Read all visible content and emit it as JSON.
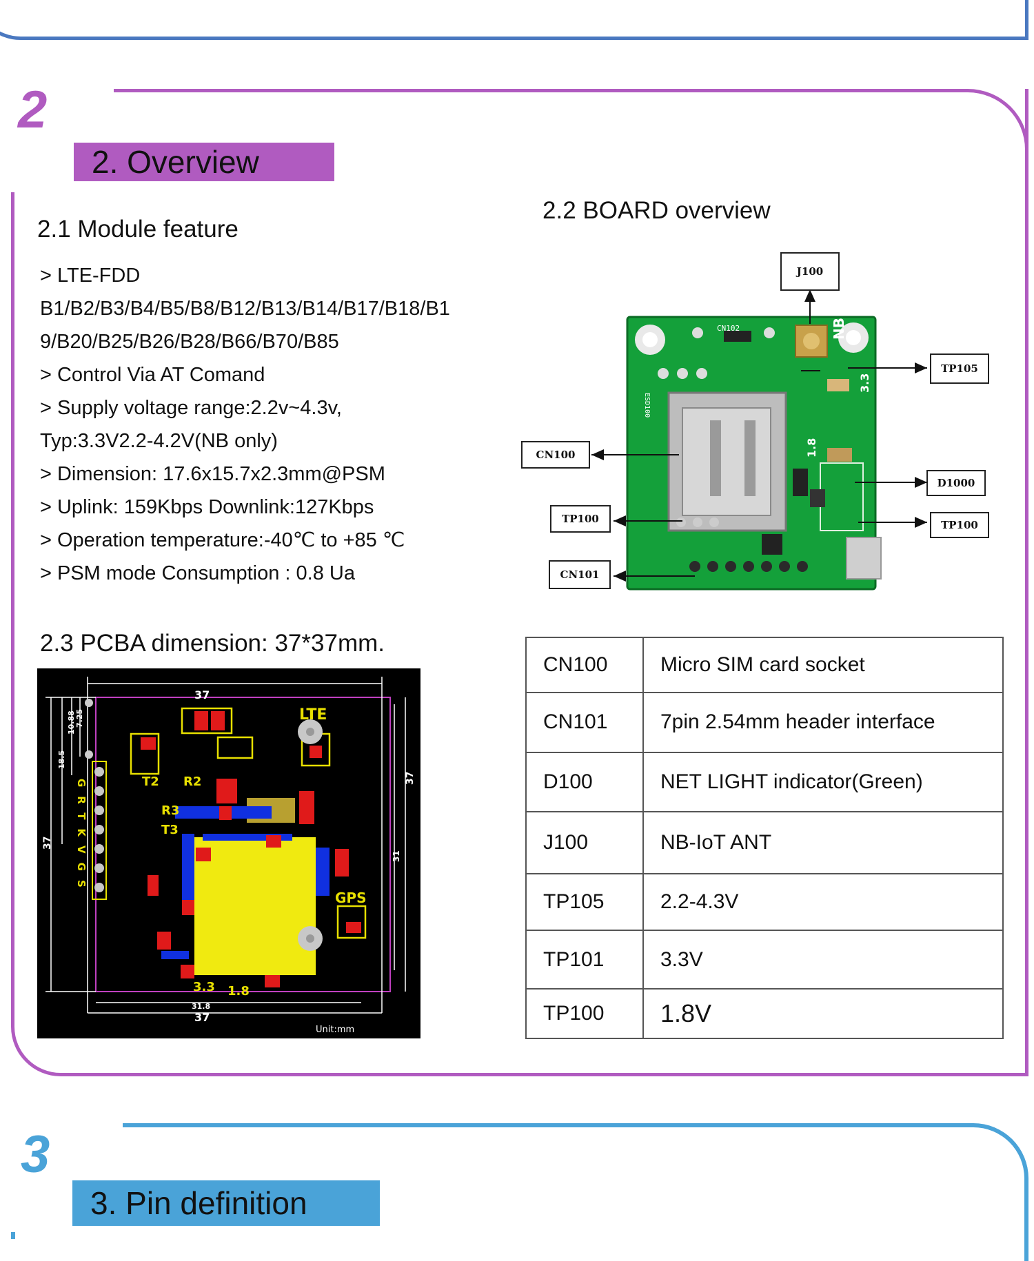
{
  "colors": {
    "section2_accent": "#b05bc0",
    "section3_accent": "#4aa3d8",
    "section1_accent": "#4a78c0"
  },
  "section2": {
    "number": "2",
    "title": "2. Overview",
    "module_feature": {
      "heading": "2.1 Module feature",
      "lines": [
        ">  LTE-FDD",
        "B1/B2/B3/B4/B5/B8/B12/B13/B14/B17/B18/B1",
        "9/B20/B25/B26/B28/B66/B70/B85",
        "> Control Via AT Comand",
        "> Supply voltage range:2.2v~4.3v,",
        "Typ:3.3V2.2-4.2V(NB only)",
        ">  Dimension: 17.6x15.7x2.3mm@PSM",
        ">  Uplink: 159Kbps Downlink:127Kbps",
        "> Operation temperature:-40℃ to +85 ℃",
        "> PSM mode Consumption : 0.8 Ua"
      ]
    },
    "board_overview": {
      "heading": "2.2 BOARD overview",
      "callouts": {
        "j100": "J100",
        "tp105": "TP105",
        "cn100": "CN100",
        "d1000": "D1000",
        "tp100_left": "TP100",
        "tp100_right": "TP100",
        "cn101": "CN101"
      },
      "board_text": {
        "cn102": "CN102",
        "nb": "NB",
        "v33": "3.3",
        "v18": "1.8",
        "esd": "ESD100"
      }
    },
    "pcba": {
      "heading": "2.3 PCBA dimension: 37*37mm.",
      "dims": {
        "top": "37",
        "bottom": "37",
        "inner_bottom": "31.8",
        "left_outer": "37",
        "left_185": "18.5",
        "left_1088": "10.88",
        "left_725": "7.25",
        "right_37": "37",
        "right_31": "31"
      },
      "labels": {
        "lte": "LTE",
        "gps": "GPS",
        "t2": "T2",
        "r2": "R2",
        "r3": "R3",
        "t3": "T3",
        "v33": "3.3",
        "v18": "1.8",
        "pins": "GRTKVGS",
        "unit": "Unit:mm"
      }
    },
    "spec_table": [
      {
        "key": "CN100",
        "value": "Micro SIM card socket"
      },
      {
        "key": "CN101",
        "value": "7pin 2.54mm header interface"
      },
      {
        "key": "D100",
        "value": "NET LIGHT indicator(Green)"
      },
      {
        "key": "J100",
        "value": "NB-IoT ANT"
      },
      {
        "key": "TP105",
        "value": "2.2-4.3V"
      },
      {
        "key": "TP101",
        "value": "3.3V"
      },
      {
        "key": "TP100",
        "value": "1.8V"
      }
    ]
  },
  "section3": {
    "number": "3",
    "title": "3. Pin definition"
  }
}
